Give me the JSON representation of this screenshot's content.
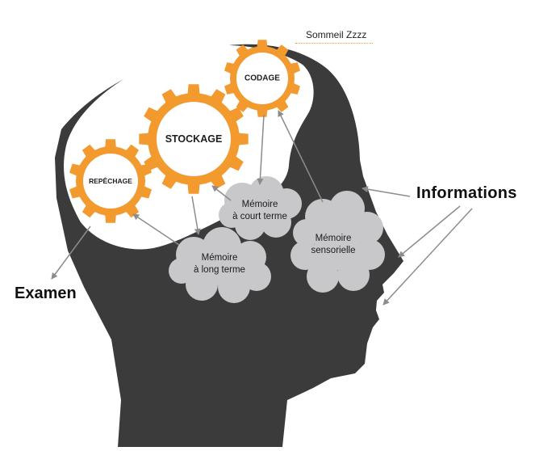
{
  "labels": {
    "informations": "Informations",
    "examen": "Examen",
    "sommeil": "Sommeil Zzzz"
  },
  "gears": {
    "codage": "CODAGE",
    "stockage": "STOCKAGE",
    "repechage": "REPÊCHAGE"
  },
  "clouds": {
    "court_terme": [
      "Mémoire",
      "à court terme"
    ],
    "long_terme": [
      "Mémoire",
      "à long terme"
    ],
    "sensorielle": [
      "Mémoire",
      "sensorielle"
    ]
  },
  "colors": {
    "head": "#3b3b3b",
    "gear": "#f29a2e",
    "cloud": "#c8c8ca",
    "arrow": "#8c8c8c"
  }
}
